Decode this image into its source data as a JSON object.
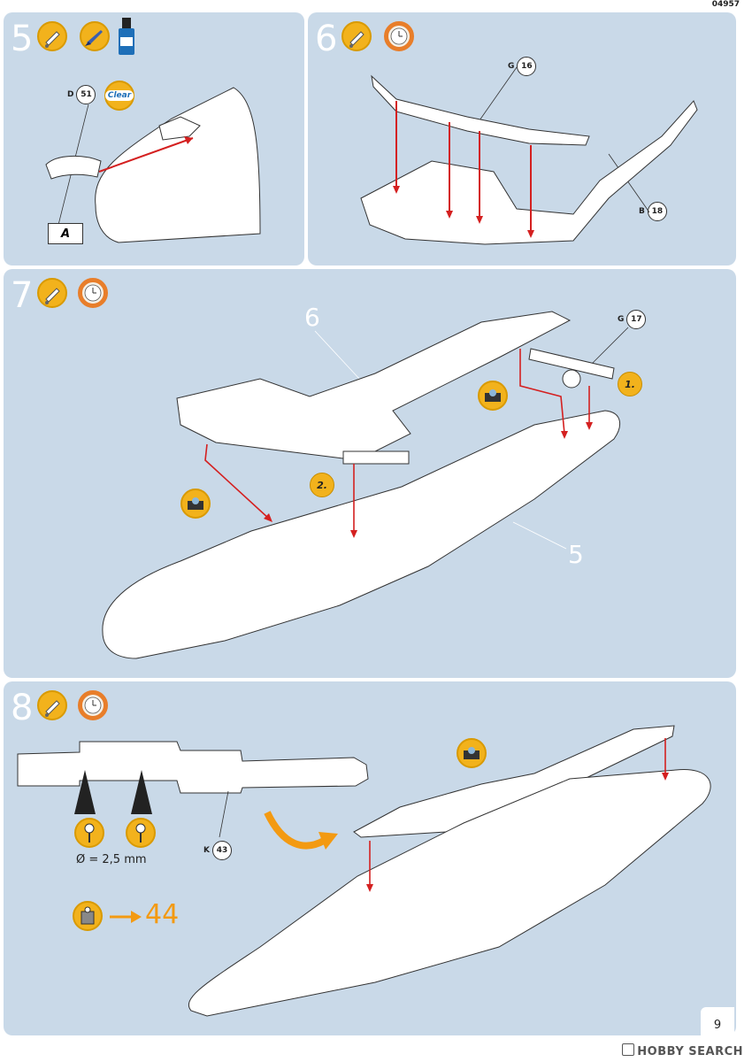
{
  "document": {
    "code": "04957",
    "page_number": "9",
    "watermark": "HOBBY SEARCH"
  },
  "steps": {
    "s5": {
      "number": "5",
      "part_d": {
        "letter": "D",
        "num": "51"
      },
      "clear_label": "Clear",
      "flag_label": "A"
    },
    "s6": {
      "number": "6",
      "part_g": {
        "letter": "G",
        "num": "16"
      },
      "part_b": {
        "letter": "B",
        "num": "18"
      }
    },
    "s7": {
      "number": "7",
      "part_g": {
        "letter": "G",
        "num": "17"
      },
      "label_wing": "6",
      "label_fuselage": "5",
      "order1": "1.",
      "order2": "2."
    },
    "s8": {
      "number": "8",
      "part_k": {
        "letter": "K",
        "num": "43"
      },
      "drill": "Ø = 2,5 mm",
      "next_step": "44"
    }
  },
  "icons": [
    "glue-icon",
    "paint-brush-icon",
    "clear-paint-bottle-icon",
    "clock-icon",
    "tape-icon",
    "drill-icon",
    "next-step-icon"
  ],
  "colors": {
    "panel": "#c9d9e8",
    "icon_yellow": "#f2b21c",
    "clock_orange": "#e87e2a",
    "arrow_red": "#d42020",
    "arrow_orange": "#f39a12"
  }
}
